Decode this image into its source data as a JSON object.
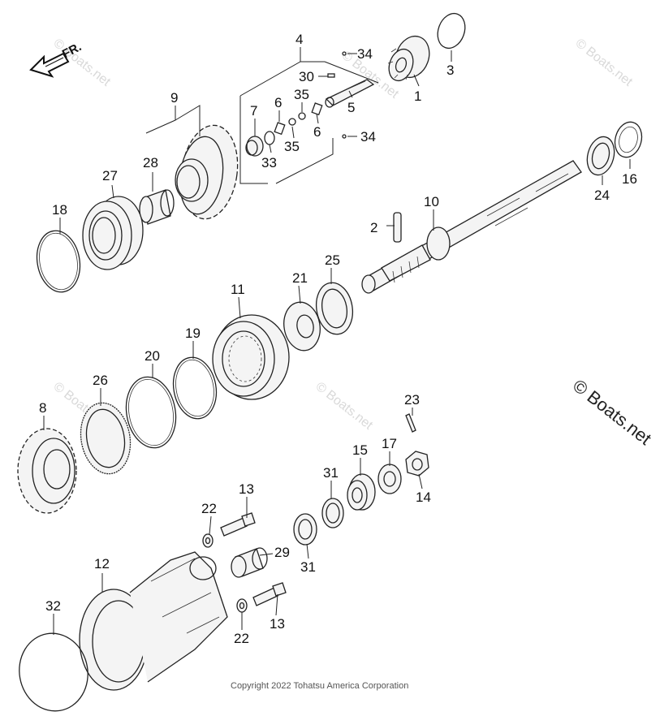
{
  "direction_label": "FR.",
  "watermark_text": "© Boats.net",
  "copyright": "Copyright 2022 Tohatsu America Corporation",
  "colors": {
    "line": "#222222",
    "watermark": "#d9d9d9",
    "background": "#ffffff"
  },
  "callouts": [
    {
      "id": "c1",
      "label": "1"
    },
    {
      "id": "c2",
      "label": "2"
    },
    {
      "id": "c3",
      "label": "3"
    },
    {
      "id": "c4",
      "label": "4"
    },
    {
      "id": "c5",
      "label": "5"
    },
    {
      "id": "c6a",
      "label": "6"
    },
    {
      "id": "c6b",
      "label": "6"
    },
    {
      "id": "c7",
      "label": "7"
    },
    {
      "id": "c8",
      "label": "8"
    },
    {
      "id": "c9",
      "label": "9"
    },
    {
      "id": "c10",
      "label": "10"
    },
    {
      "id": "c11",
      "label": "11"
    },
    {
      "id": "c12",
      "label": "12"
    },
    {
      "id": "c13a",
      "label": "13"
    },
    {
      "id": "c13b",
      "label": "13"
    },
    {
      "id": "c14",
      "label": "14"
    },
    {
      "id": "c15",
      "label": "15"
    },
    {
      "id": "c16",
      "label": "16"
    },
    {
      "id": "c17",
      "label": "17"
    },
    {
      "id": "c18",
      "label": "18"
    },
    {
      "id": "c19",
      "label": "19"
    },
    {
      "id": "c20",
      "label": "20"
    },
    {
      "id": "c21",
      "label": "21"
    },
    {
      "id": "c22a",
      "label": "22"
    },
    {
      "id": "c22b",
      "label": "22"
    },
    {
      "id": "c23",
      "label": "23"
    },
    {
      "id": "c24",
      "label": "24"
    },
    {
      "id": "c25",
      "label": "25"
    },
    {
      "id": "c26",
      "label": "26"
    },
    {
      "id": "c27",
      "label": "27"
    },
    {
      "id": "c28",
      "label": "28"
    },
    {
      "id": "c29",
      "label": "29"
    },
    {
      "id": "c30",
      "label": "30"
    },
    {
      "id": "c31a",
      "label": "31"
    },
    {
      "id": "c31b",
      "label": "31"
    },
    {
      "id": "c32",
      "label": "32"
    },
    {
      "id": "c33",
      "label": "33"
    },
    {
      "id": "c34a",
      "label": "34"
    },
    {
      "id": "c34b",
      "label": "34"
    },
    {
      "id": "c35a",
      "label": "35"
    },
    {
      "id": "c35b",
      "label": "35"
    }
  ]
}
